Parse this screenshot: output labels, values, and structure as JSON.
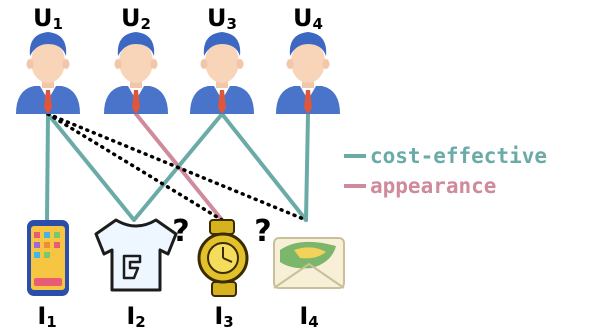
{
  "users": [
    {
      "label": "U",
      "sub": "1"
    },
    {
      "label": "U",
      "sub": "2"
    },
    {
      "label": "U",
      "sub": "3"
    },
    {
      "label": "U",
      "sub": "4"
    }
  ],
  "items": [
    {
      "label": "I",
      "sub": "1",
      "icon": "smartphone-icon"
    },
    {
      "label": "I",
      "sub": "2",
      "icon": "tshirt-icon"
    },
    {
      "label": "I",
      "sub": "3",
      "icon": "watch-icon"
    },
    {
      "label": "I",
      "sub": "4",
      "icon": "envelope-icon"
    }
  ],
  "question_marks": [
    "?",
    "?"
  ],
  "legend": {
    "cost_effective": {
      "text": "cost-effective",
      "color": "#6aaba8"
    },
    "appearance": {
      "text": "appearance",
      "color": "#cf8a9c"
    }
  },
  "edges": {
    "cost_effective": [
      [
        1,
        1
      ],
      [
        1,
        2
      ],
      [
        3,
        2
      ],
      [
        3,
        4
      ],
      [
        4,
        4
      ]
    ],
    "appearance": [
      [
        2,
        3
      ]
    ],
    "unknown": [
      [
        1,
        3
      ],
      [
        1,
        4
      ]
    ]
  }
}
